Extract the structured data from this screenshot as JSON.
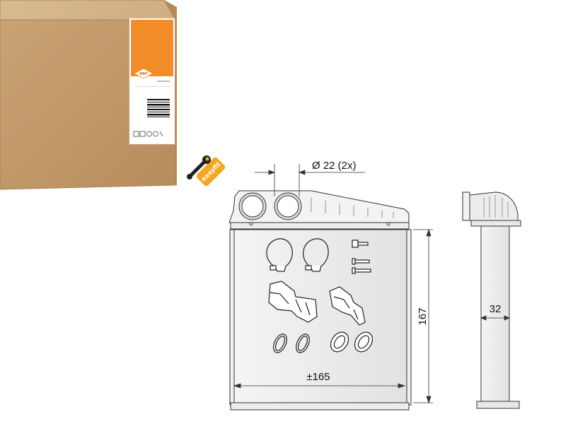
{
  "box": {
    "brand_text": "NRF"
  },
  "badge": {
    "text": "easyfit",
    "color": "#f5a623",
    "icon": "wrench-icon"
  },
  "dimensions": {
    "pipe_diameter": "Ø 22 (2x)",
    "height": "167",
    "width": "±165",
    "depth": "32"
  },
  "colors": {
    "box": "#c49a6c",
    "box_label_orange": "#f28c28",
    "line": "#333333"
  }
}
